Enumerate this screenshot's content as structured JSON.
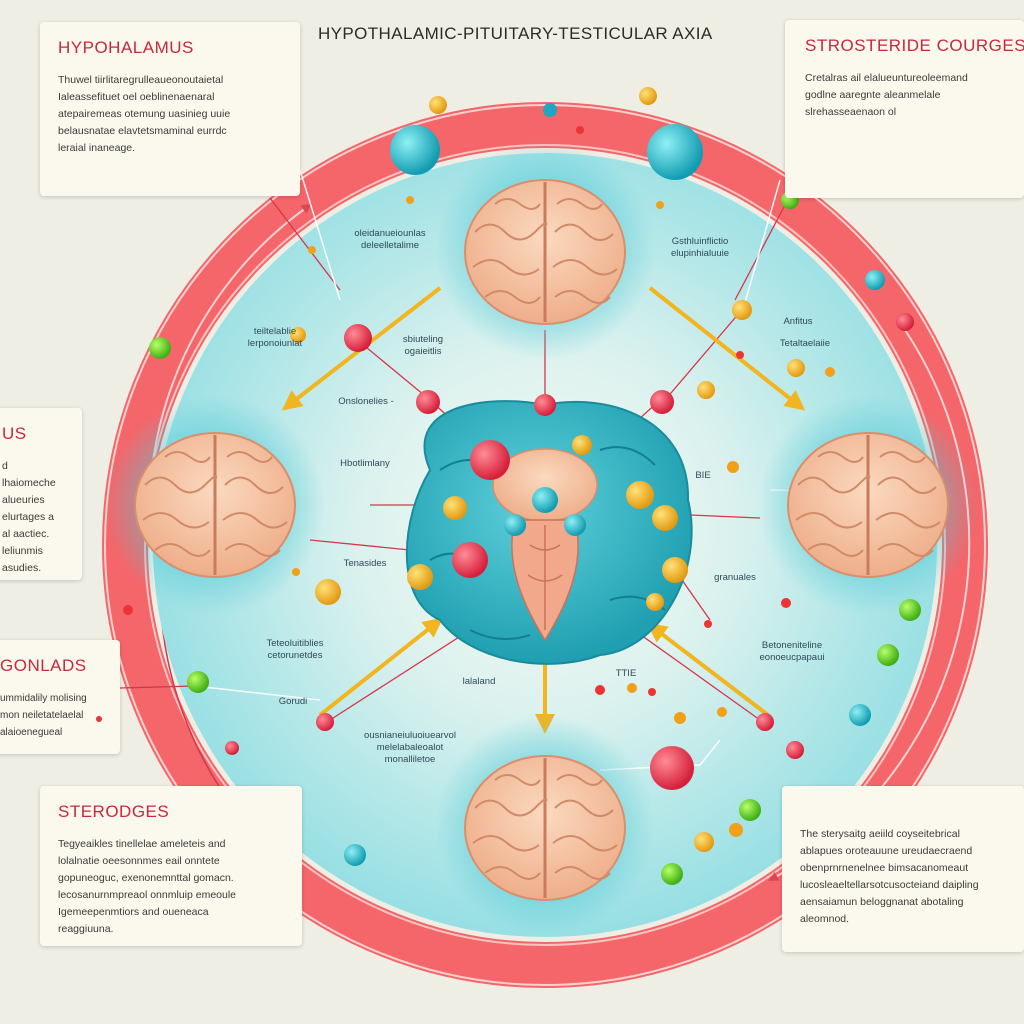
{
  "title": "HYPOTHALAMIC-PITUITARY-TESTICULAR AXIA",
  "colors": {
    "background": "#efeee4",
    "ring": "#f15f63",
    "inner_disc": "#9fe2e6",
    "arrow": "#f2b51f",
    "card_title": "#c8283c",
    "gland": "#34b3c3"
  },
  "cards": {
    "top_left": {
      "title": "HYPOHALAMUS",
      "body": "Thuwel tiirlitaregrulleaueonoutaietal\nIaleassefituet oel oeblinenaenaral\natepairemeas otemung uasinieg uuie\nbelausnatae elavtetsmaminal eurrdc\nleraial inaneage."
    },
    "top_right": {
      "title": "STROSTERIDE COURGES",
      "body": "Cretalras ail elalueuntureoleemand\ngodlne aaregnte aleanmelale\nslrehasseaenaon ol"
    },
    "left_mid": {
      "title": "US",
      "body": "d lhaiomeche\nalueuries\nelurtages a\nal aactiec.\nleliunmis\nasudies."
    },
    "left_gonads": {
      "title": "GONLADS",
      "body": "ummidalily molising\nmon neiletatelaelal\nalaioenegueal"
    },
    "bottom_left": {
      "title": "STERODGES",
      "body": "Tegyeaikles tinellelae ameleteis and\nlolalnatie oeesonnmes eail onntete\ngopuneoguc, exenonemnttal gomacn.\nlecosanurnmpreaol onnmluip emeoule\nIgemeepenmtiors and oueneaca\nreaggiuuna."
    },
    "bottom_right": {
      "title": "",
      "body": "The sterysaitg aeiild coyseitebrical\nablapues oroteauune ureudaecraend\nobenprnrnenelnee bimsacanomeaut\nlucosleaeltellarsotcusocteiand daipling\naensaiamun beloggnanat abotaling\naleomnod."
    }
  },
  "labels": {
    "upper_left": "oleidanueiounlas\ndeleelletalime",
    "upper_right": "Gsthluinflictio\nelupinhialuuie",
    "left_a": "teiltelablie\nlerponoiunlat",
    "mid_a": "sbiuteling\nogaieitlis",
    "right_a": "Anfitus",
    "right_b": "Tetaltaelaiie",
    "left_b": "Onslonelies -",
    "hypo": "Hbotlimlany",
    "tenas": "Tenasides",
    "bie": "BIE",
    "granules": "granuales",
    "low_left": "Teteoluitiblies\ncetorunetdes",
    "low_right": "Betoneniteline\neonoeucpapaui",
    "gorudi": "Gorudi",
    "laland": "lalaland",
    "tte": "TTIE",
    "bottom_center": "ousnianeiuluoiuearvol\nmelelabaleoalot\nmonalliletoe"
  }
}
